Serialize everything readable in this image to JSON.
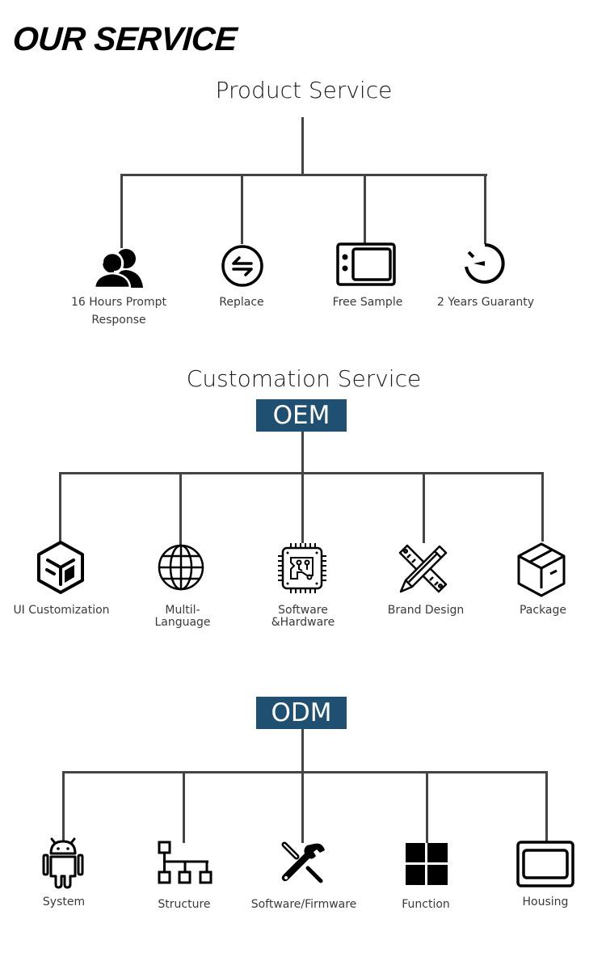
{
  "header": {
    "title": "OUR SERVICE"
  },
  "product_service": {
    "title": "Product Service",
    "items": [
      {
        "label": "16 Hours Prompt Response",
        "icon": "customer-support-icon"
      },
      {
        "label": "Replace",
        "icon": "swap-arrows-icon"
      },
      {
        "label": "Free Sample",
        "icon": "tablet-device-icon"
      },
      {
        "label": "2 Years Guaranty",
        "icon": "timer-dial-icon"
      }
    ]
  },
  "customation_service": {
    "title": "Customation Service",
    "tag": "OEM",
    "items": [
      {
        "label_line1": "UI Customization",
        "label_line2": "",
        "icon": "3d-box-icon"
      },
      {
        "label_line1": "Multil-",
        "label_line2": "Language",
        "icon": "globe-icon"
      },
      {
        "label_line1": "Software",
        "label_line2": "&Hardware",
        "icon": "chip-icon"
      },
      {
        "label_line1": "Brand Design",
        "label_line2": "",
        "icon": "ruler-pencil-icon"
      },
      {
        "label_line1": "Package",
        "label_line2": "",
        "icon": "package-box-icon"
      }
    ]
  },
  "odm": {
    "tag": "ODM",
    "items": [
      {
        "label": "System",
        "icon": "android-icon"
      },
      {
        "label": "Structure",
        "icon": "hierarchy-icon"
      },
      {
        "label": "Software/Firmware",
        "icon": "tools-icon"
      },
      {
        "label": "Function",
        "icon": "grid-squares-icon"
      },
      {
        "label": "Housing",
        "icon": "screen-frame-icon"
      }
    ]
  }
}
